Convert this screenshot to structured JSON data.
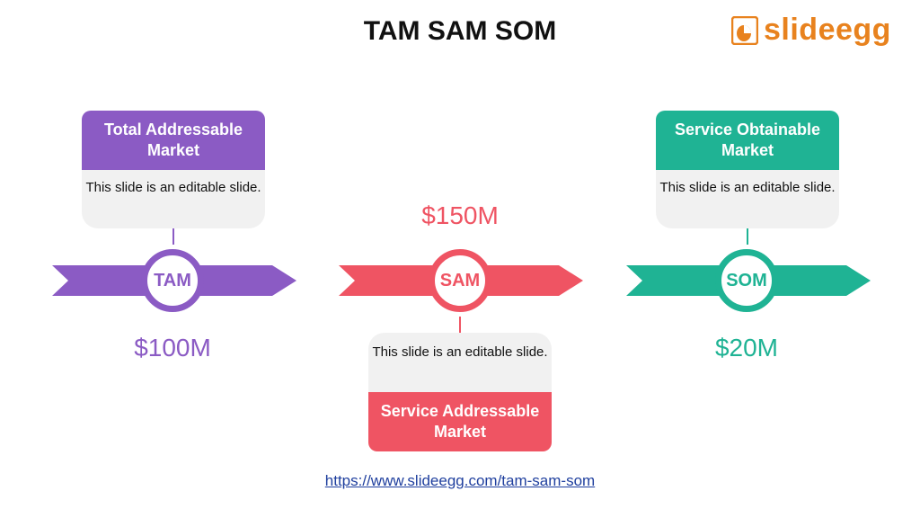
{
  "title": "TAM SAM SOM",
  "logo": {
    "text": "slideegg",
    "icon": "slideegg-logo-icon"
  },
  "colors": {
    "tam": "#8b5bc4",
    "sam": "#ef5463",
    "som": "#1fb394",
    "card_bg": "#f1f1f1",
    "logo": "#e8821e"
  },
  "tam": {
    "label": "TAM",
    "heading": "Total Addressable Market",
    "description": "This slide is an editable slide.",
    "value": "$100M"
  },
  "sam": {
    "label": "SAM",
    "heading": "Service Addressable Market",
    "description": "This slide is an editable slide.",
    "value": "$150M"
  },
  "som": {
    "label": "SOM",
    "heading": "Service Obtainable Market",
    "description": "This slide is an editable slide.",
    "value": "$20M"
  },
  "footer_link": "https://www.slideegg.com/tam-sam-som"
}
